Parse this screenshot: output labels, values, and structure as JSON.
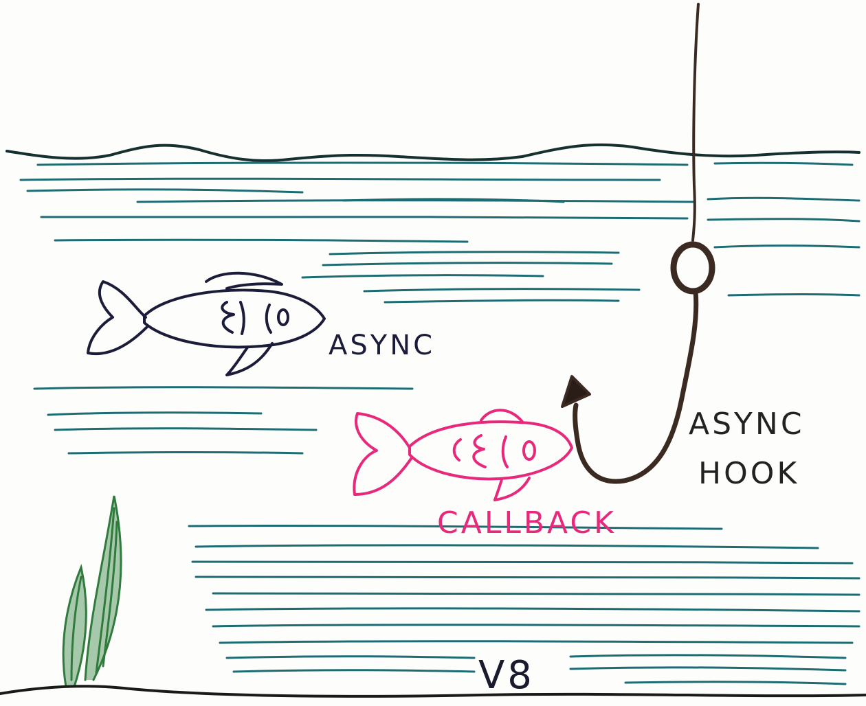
{
  "labels": {
    "async_fish": "ASYNC",
    "hook_line1": "ASYNC",
    "hook_line2": "HOOK",
    "callback_fish": "CALLBACK",
    "engine": "V8"
  },
  "colors": {
    "paper": "#fdfdfb",
    "water_line": "#16302f",
    "water_strokes": "#1d6b73",
    "fish_async": "#1b1b3a",
    "fish_callback": "#e8287a",
    "hook": "#3b2a22",
    "hook_text": "#222222",
    "seaweed": "#2f7a3c",
    "seabed": "#1a1a1a"
  }
}
